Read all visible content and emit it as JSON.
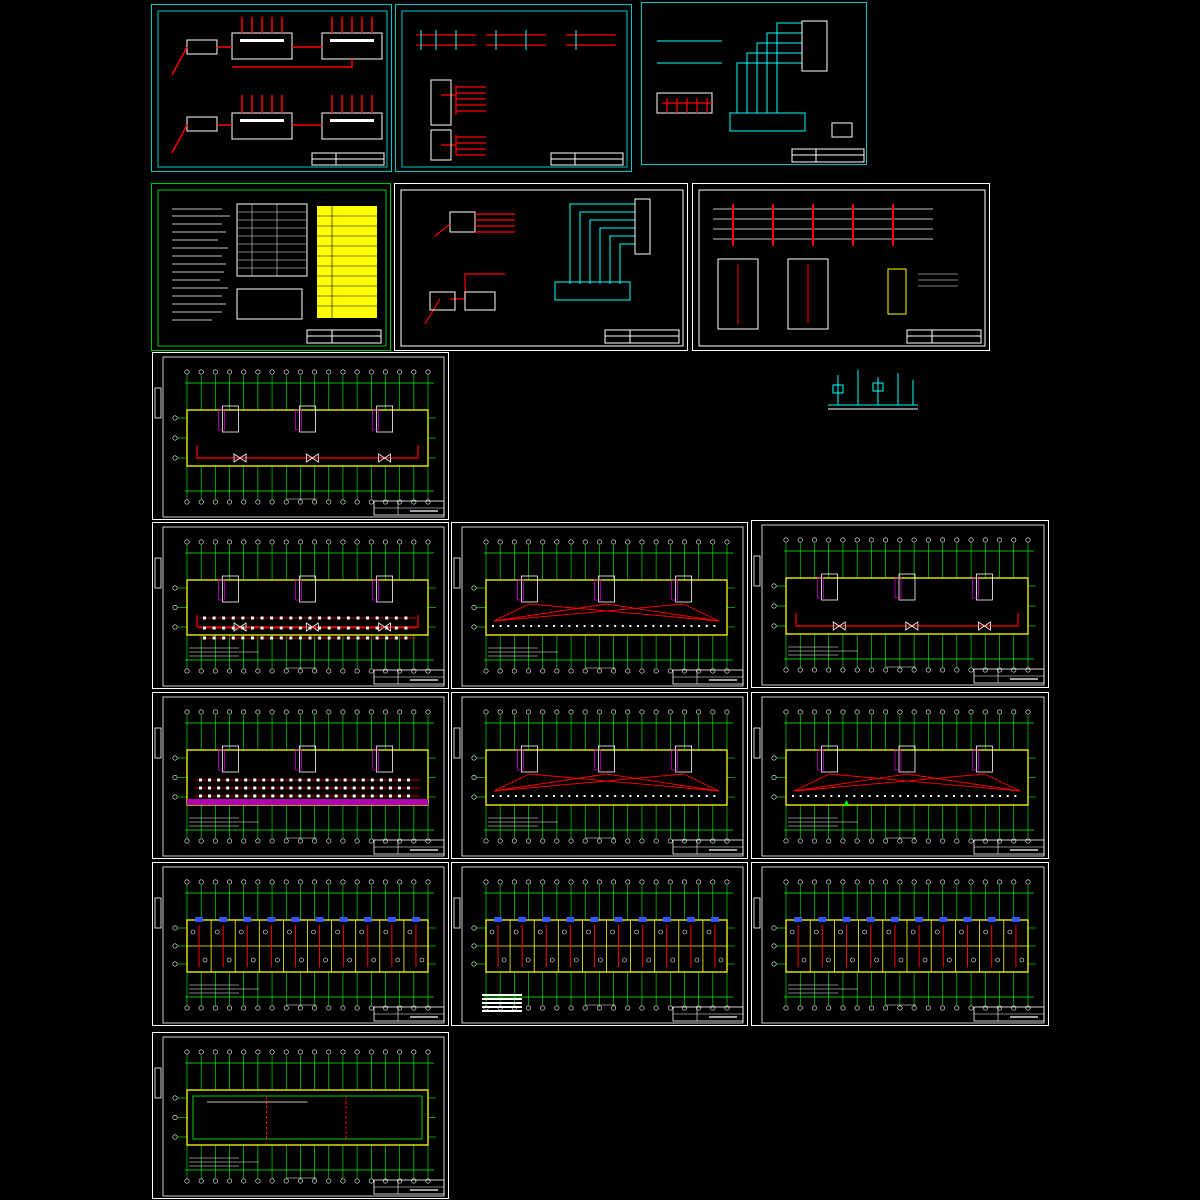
{
  "drawing_set": {
    "background": "#000000",
    "colors": {
      "frame": "#ffffff",
      "axis": "#00ff00",
      "wall": "#ffff00",
      "wiring": "#ff0000",
      "device": "#00ffff",
      "accent": "#ff00ff"
    },
    "sheets": [
      {
        "id": "s1",
        "kind": "system-diagram"
      },
      {
        "id": "s2",
        "kind": "system-diagram"
      },
      {
        "id": "s3",
        "kind": "system-diagram"
      },
      {
        "id": "s4",
        "kind": "design-notes-and-legend"
      },
      {
        "id": "s5",
        "kind": "system-diagram"
      },
      {
        "id": "s6",
        "kind": "distribution-diagram"
      },
      {
        "id": "s7",
        "kind": "floor-plan"
      },
      {
        "id": "s8",
        "kind": "floor-plan"
      },
      {
        "id": "s9",
        "kind": "floor-plan"
      },
      {
        "id": "s10",
        "kind": "floor-plan"
      },
      {
        "id": "s11",
        "kind": "floor-plan"
      },
      {
        "id": "s12",
        "kind": "floor-plan"
      },
      {
        "id": "s13",
        "kind": "floor-plan"
      },
      {
        "id": "s14",
        "kind": "floor-plan"
      },
      {
        "id": "s15",
        "kind": "floor-plan"
      },
      {
        "id": "s16",
        "kind": "floor-plan"
      },
      {
        "id": "s17",
        "kind": "roof-plan"
      }
    ]
  }
}
